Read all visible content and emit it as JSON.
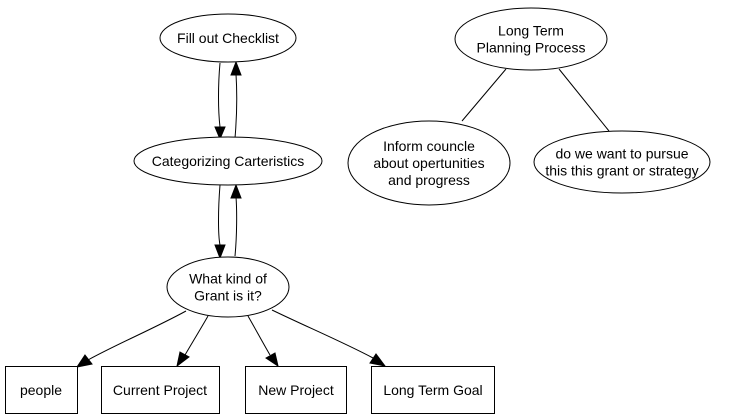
{
  "nodes": {
    "fill_checklist": [
      "Fill out Checklist"
    ],
    "categorizing": [
      "Categorizing Carteristics"
    ],
    "grant_kind": [
      "What kind of",
      "Grant is it?"
    ],
    "people": [
      "people"
    ],
    "current_project": [
      "Current Project"
    ],
    "new_project": [
      "New Project"
    ],
    "long_term_goal": [
      "Long Term Goal"
    ],
    "long_term_planning": [
      "Long Term",
      "Planning Process"
    ],
    "inform_council": [
      "Inform councle",
      "about opertunities",
      "and progress"
    ],
    "pursue_grant": [
      "do we want to pursue",
      "this this grant or strategy"
    ]
  },
  "edges": [
    {
      "from": "fill_checklist",
      "to": "categorizing",
      "directed": true
    },
    {
      "from": "categorizing",
      "to": "fill_checklist",
      "directed": true
    },
    {
      "from": "categorizing",
      "to": "grant_kind",
      "directed": true
    },
    {
      "from": "grant_kind",
      "to": "categorizing",
      "directed": true
    },
    {
      "from": "grant_kind",
      "to": "people",
      "directed": true
    },
    {
      "from": "grant_kind",
      "to": "current_project",
      "directed": true
    },
    {
      "from": "grant_kind",
      "to": "new_project",
      "directed": true
    },
    {
      "from": "grant_kind",
      "to": "long_term_goal",
      "directed": true
    },
    {
      "from": "long_term_planning",
      "to": "inform_council",
      "directed": false
    },
    {
      "from": "long_term_planning",
      "to": "pursue_grant",
      "directed": false
    }
  ]
}
